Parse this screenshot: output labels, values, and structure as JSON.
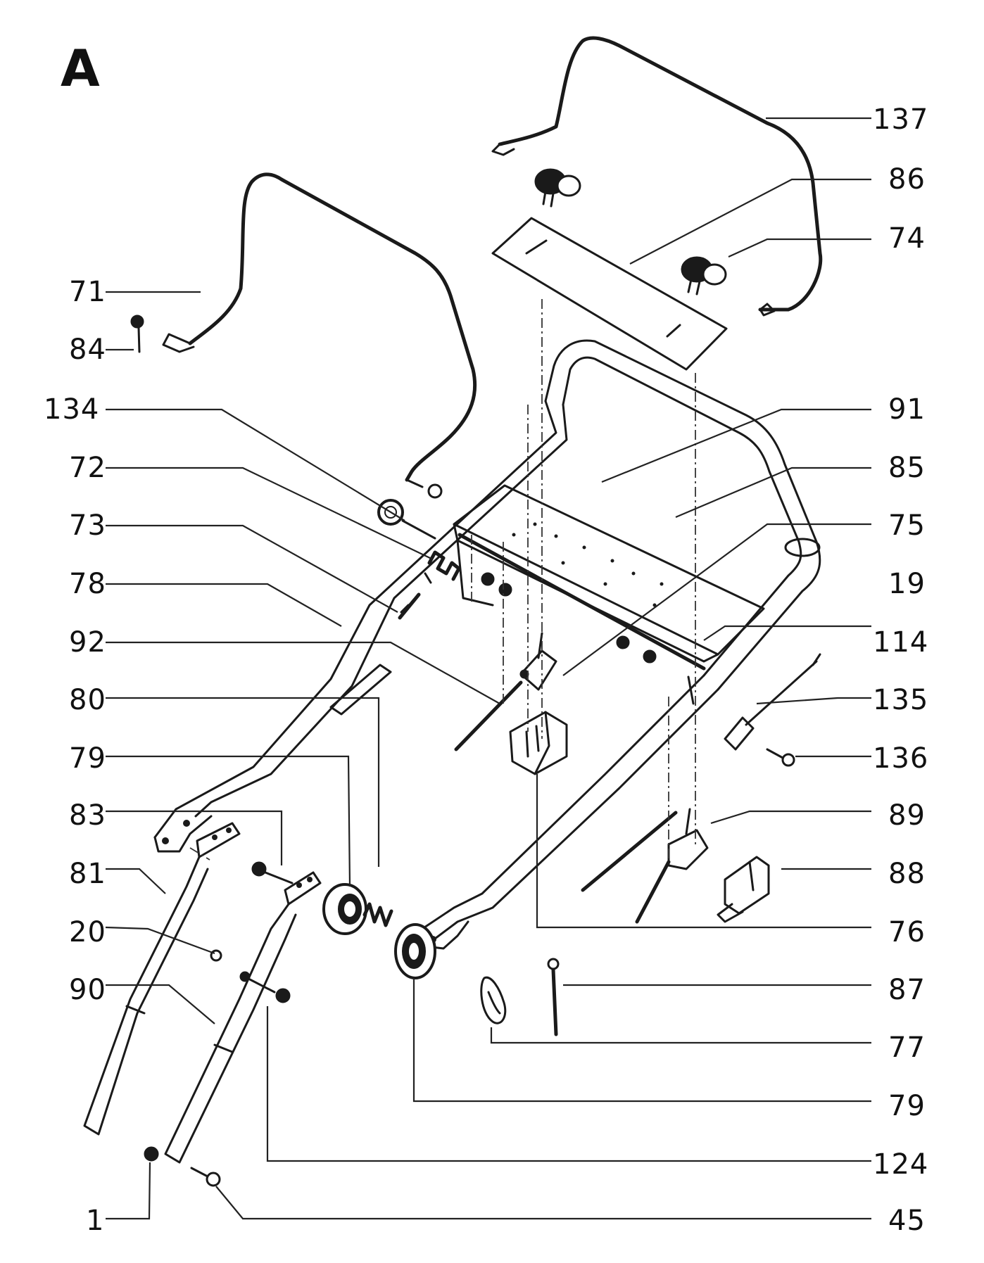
{
  "section_letter": "A",
  "labels": {
    "l137": "137",
    "l86": "86",
    "l74": "74",
    "l71": "71",
    "l84": "84",
    "l134": "134",
    "l91": "91",
    "l72": "72",
    "l85": "85",
    "l73": "73",
    "l75": "75",
    "l78": "78",
    "l19": "19",
    "l92": "92",
    "l114": "114",
    "l80": "80",
    "l135": "135",
    "l79a": "79",
    "l136": "136",
    "l83": "83",
    "l89": "89",
    "l81": "81",
    "l88": "88",
    "l20": "20",
    "l76": "76",
    "l90": "90",
    "l87": "87",
    "l77": "77",
    "l79b": "79",
    "l124": "124",
    "l1": "1",
    "l45": "45"
  }
}
